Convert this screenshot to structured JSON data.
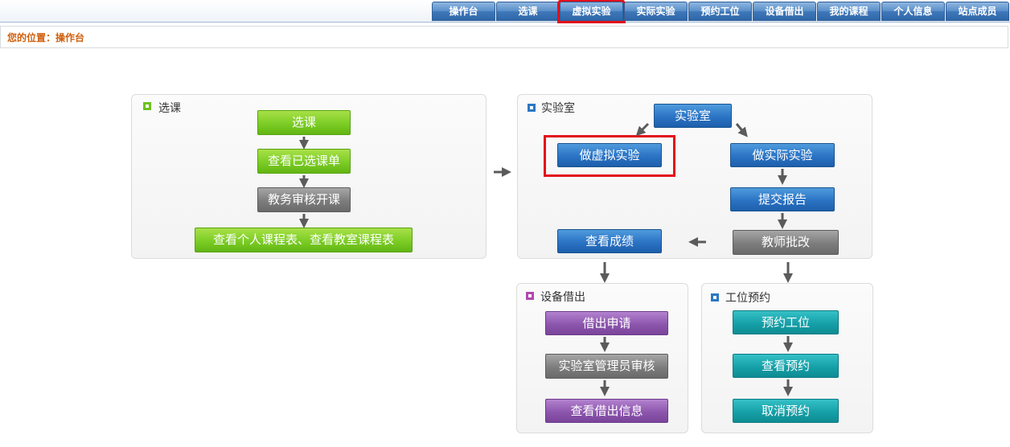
{
  "nav": {
    "items": [
      "操作台",
      "选课",
      "虚拟实验",
      "实际实验",
      "预约工位",
      "设备借出",
      "我的课程",
      "个人信息",
      "站点成员"
    ],
    "selected_index": 2
  },
  "breadcrumb": "您的位置：操作台",
  "panels": {
    "course": {
      "title": "选课",
      "steps": [
        "选课",
        "查看已选课单",
        "教务审核开课",
        "查看个人课程表、查看教室课程表"
      ]
    },
    "lab": {
      "title": "实验室",
      "root": "实验室",
      "virtual": "做虚拟实验",
      "actual": "做实际实验",
      "submit": "提交报告",
      "grade": "教师批改",
      "score": "查看成绩"
    },
    "equipment": {
      "title": "设备借出",
      "steps": [
        "借出申请",
        "实验室管理员审核",
        "查看借出信息"
      ]
    },
    "station": {
      "title": "工位预约",
      "steps": [
        "预约工位",
        "查看预约",
        "取消预约"
      ]
    }
  },
  "colors": {
    "highlight": "#e20f1b",
    "breadcrumb": "#d0600e",
    "nav": "#3f78ba"
  }
}
